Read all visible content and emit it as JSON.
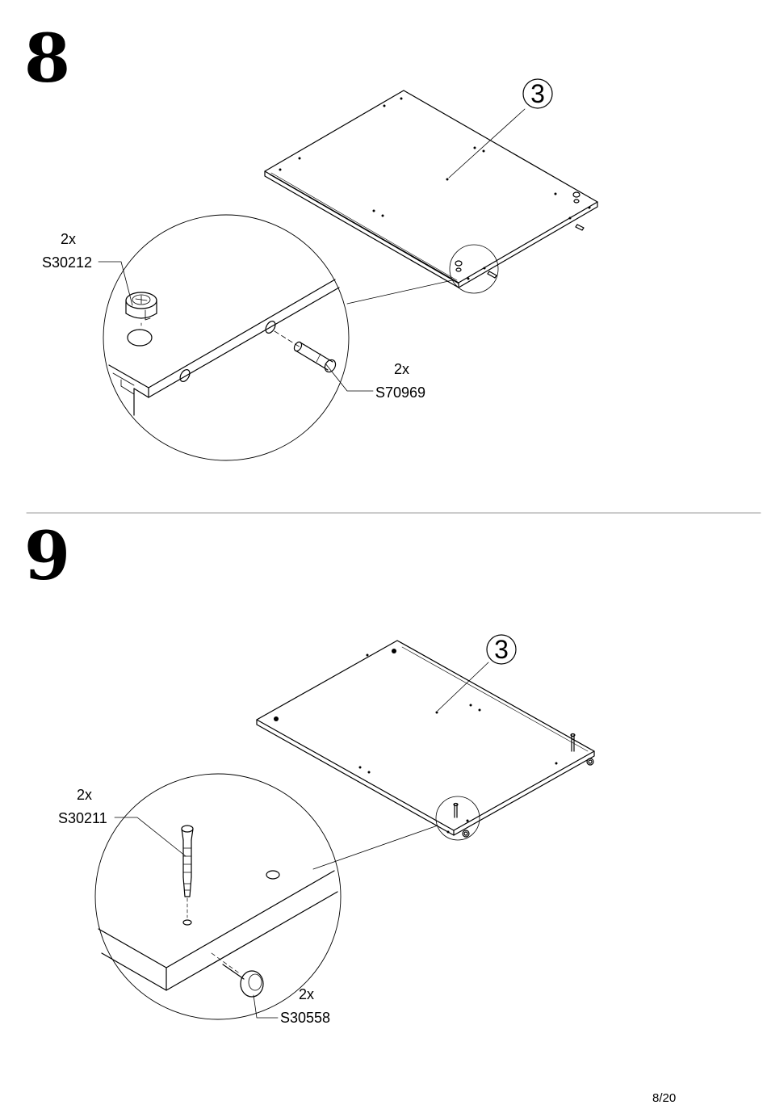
{
  "steps": [
    {
      "number": "8",
      "part_number": "3",
      "items": [
        {
          "quantity": "2x",
          "code": "S30212"
        },
        {
          "quantity": "2x",
          "code": "S70969"
        }
      ]
    },
    {
      "number": "9",
      "part_number": "3",
      "items": [
        {
          "quantity": "2x",
          "code": "S30211"
        },
        {
          "quantity": "2x",
          "code": "S30558"
        }
      ]
    }
  ],
  "page_number": "8/20",
  "colors": {
    "ink": "#000000",
    "divider": "#999999",
    "paper": "#ffffff"
  }
}
